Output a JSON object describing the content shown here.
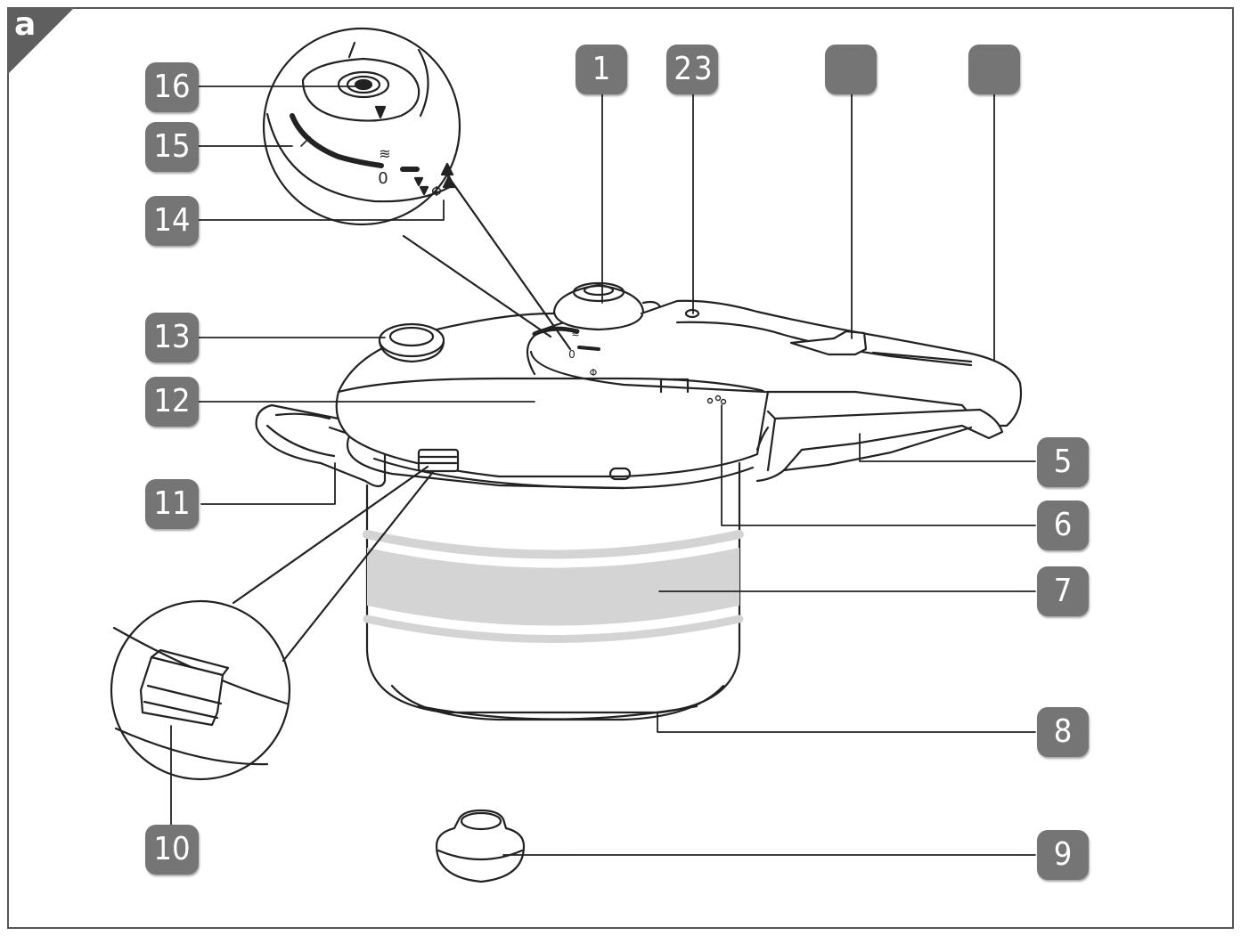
{
  "figure": {
    "panel_letter": "a",
    "badges": [
      {
        "id": "1",
        "label": "1"
      },
      {
        "id": "2",
        "label": "2"
      },
      {
        "id": "3",
        "label": "3"
      },
      {
        "id": "4",
        "label": ""
      },
      {
        "id": "5",
        "label": "5"
      },
      {
        "id": "6",
        "label": "6"
      },
      {
        "id": "7",
        "label": "7"
      },
      {
        "id": "8",
        "label": "8"
      },
      {
        "id": "9",
        "label": "9"
      },
      {
        "id": "10",
        "label": "10"
      },
      {
        "id": "11",
        "label": "11"
      },
      {
        "id": "12",
        "label": "12"
      },
      {
        "id": "13",
        "label": "13"
      },
      {
        "id": "14",
        "label": "14"
      },
      {
        "id": "15",
        "label": "15"
      },
      {
        "id": "16",
        "label": "16"
      },
      {
        "id": "17",
        "label": ""
      }
    ],
    "dial_marks": {
      "zero": "0",
      "steam": "≋",
      "lock": "Φ"
    },
    "colors": {
      "badge": "#757575",
      "line": "#222222",
      "band": "#d4d4d4"
    }
  }
}
